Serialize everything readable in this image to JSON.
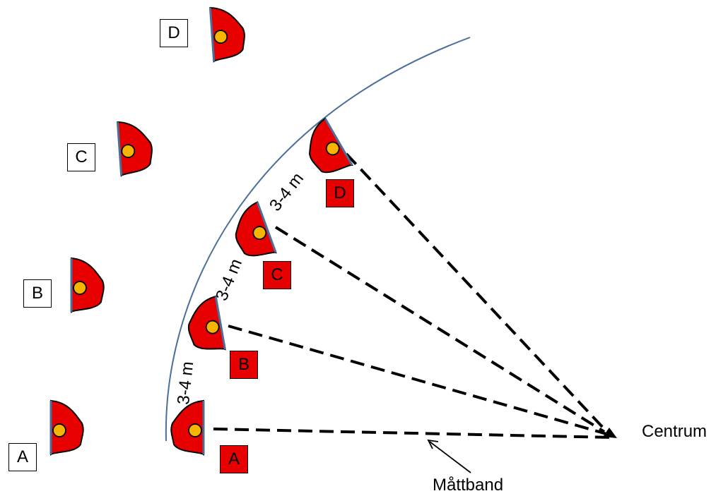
{
  "outer_labels": {
    "a": "A",
    "b": "B",
    "c": "C",
    "d": "D"
  },
  "inner_labels": {
    "a": "A",
    "b": "B",
    "c": "C",
    "d": "D"
  },
  "distances": [
    "3-4 m",
    "3-4 m",
    "3-4 m"
  ],
  "center_label": "Centrum",
  "tape_label": "Måttband",
  "colors": {
    "cone_fill": "#e60000",
    "dot_fill": "#f7b500",
    "arc": "#4a6f9a",
    "label_box_red": "#e60000"
  }
}
